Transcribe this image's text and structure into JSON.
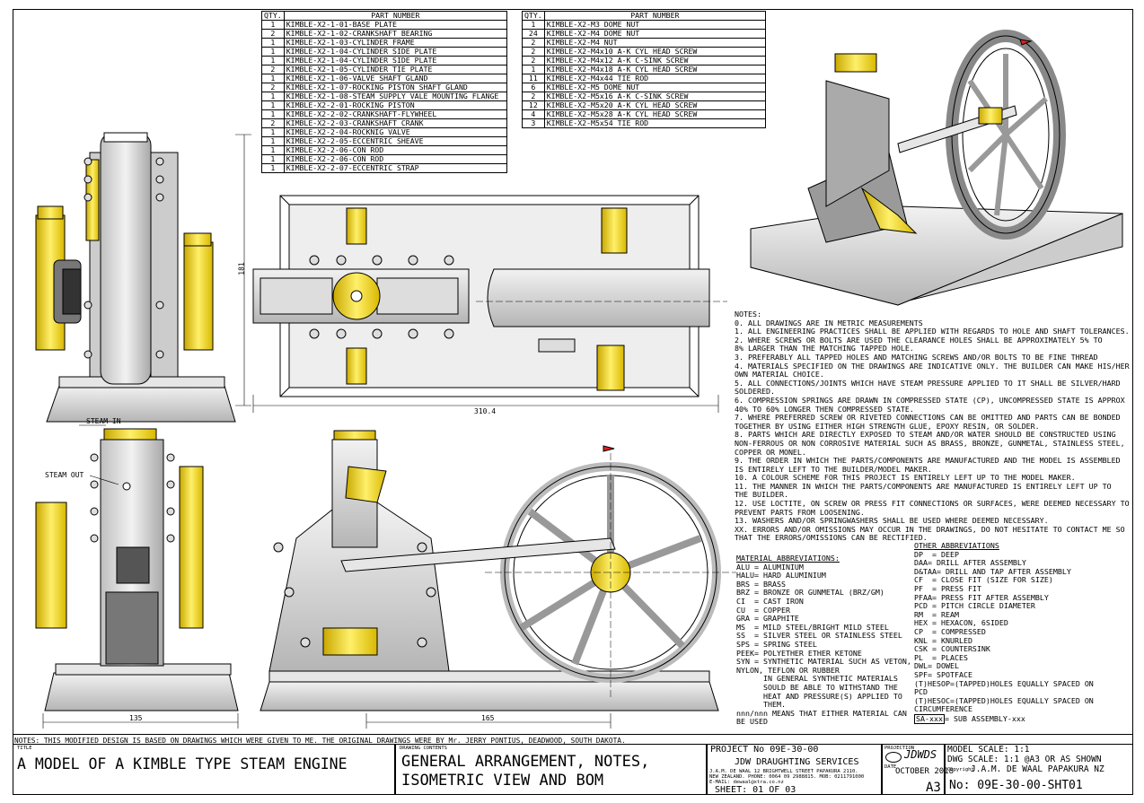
{
  "bom_left": {
    "headers": [
      "QTY.",
      "PART NUMBER"
    ],
    "rows": [
      [
        "1",
        "KIMBLE-X2-1-01-BASE PLATE"
      ],
      [
        "2",
        "KIMBLE-X2-1-02-CRANKSHAFT BEARING"
      ],
      [
        "1",
        "KIMBLE-X2-1-03-CYLINDER FRAME"
      ],
      [
        "1",
        "KIMBLE-X2-1-04-CYLINDER SIDE PLATE"
      ],
      [
        "1",
        "KIMBLE-X2-1-04-CYLINDER SIDE PLATE"
      ],
      [
        "2",
        "KIMBLE-X2-1-05-CYLINDER TIE PLATE"
      ],
      [
        "1",
        "KIMBLE-X2-1-06-VALVE SHAFT GLAND"
      ],
      [
        "2",
        "KIMBLE-X2-1-07-ROCKING PISTON SHAFT GLAND"
      ],
      [
        "1",
        "KIMBLE-X2-1-08-STEAM SUPPLY VALE MOUNTING FLANGE"
      ],
      [
        "1",
        "KIMBLE-X2-2-01-ROCKING PISTON"
      ],
      [
        "1",
        "KIMBLE-X2-2-02-CRANKSHAFT-FLYWHEEL"
      ],
      [
        "2",
        "KIMBLE-X2-2-03-CRANKSHAFT CRANK"
      ],
      [
        "1",
        "KIMBLE-X2-2-04-ROCKNIG VALVE"
      ],
      [
        "1",
        "KIMBLE-X2-2-05-ECCENTRIC SHEAVE"
      ],
      [
        "1",
        "KIMBLE-X2-2-06-CON ROD"
      ],
      [
        "1",
        "KIMBLE-X2-2-06-CON ROD"
      ],
      [
        "1",
        "KIMBLE-X2-2-07-ECCENTRIC STRAP"
      ]
    ]
  },
  "bom_right": {
    "headers": [
      "QTY.",
      "PART NUMBER"
    ],
    "rows": [
      [
        "1",
        "KIMBLE-X2-M3 DOME NUT"
      ],
      [
        "24",
        "KIMBLE-X2-M4 DOME NUT"
      ],
      [
        "2",
        "KIMBLE-X2-M4 NUT"
      ],
      [
        "2",
        "KIMBLE-X2-M4x10 A-K CYL HEAD SCREW"
      ],
      [
        "2",
        "KIMBLE-X2-M4x12 A-K C-SINK SCREW"
      ],
      [
        "1",
        "KIMBLE-X2-M4x18 A-K CYL HEAD SCREW"
      ],
      [
        "11",
        "KIMBLE-X2-M4x44 TIE ROD"
      ],
      [
        "6",
        "KIMBLE-X2-M5 DOME NUT"
      ],
      [
        "2",
        "KIMBLE-X2-M5x16 A-K C-SINK SCREW"
      ],
      [
        "12",
        "KIMBLE-X2-M5x20 A-K CYL HEAD SCREW"
      ],
      [
        "4",
        "KIMBLE-X2-M5x28 A-K CYL HEAD SCREW"
      ],
      [
        "3",
        "KIMBLE-X2-M5x54 TIE ROD"
      ]
    ]
  },
  "notes": [
    "NOTES:",
    "0. ALL DRAWINGS ARE IN METRIC MEASUREMENTS",
    "1. ALL ENGINEERING PRACTICES SHALL BE APPLIED WITH REGARDS TO HOLE AND SHAFT TOLERANCES.",
    "2. WHERE SCREWS OR BOLTS ARE USED THE CLEARANCE HOLES SHALL BE APPROXIMATELY 5% TO",
    "8% LARGER THAN THE MATCHING TAPPED HOLE.",
    "3. PREFERABLY ALL TAPPED HOLES AND MATCHING SCREWS AND/OR BOLTS TO BE FINE THREAD",
    "4. MATERIALS SPECIFIED ON THE DRAWINGS ARE INDICATIVE ONLY. THE BUILDER CAN MAKE HIS/HER",
    "OWN MATERIAL CHOICE.",
    "5. ALL CONNECTIONS/JOINTS WHICH HAVE STEAM PRESSURE APPLIED TO IT SHALL BE SILVER/HARD",
    "SOLDERED.",
    "6. COMPRESSION SPRINGS ARE DRAWN IN COMPRESSED STATE (CP), UNCOMPRESSED STATE IS APPROX",
    "40% TO 60% LONGER THEN COMPRESSED STATE.",
    "7. WHERE PREFERRED SCREW OR RIVETED CONNECTIONS CAN BE OMITTED AND PARTS CAN BE BONDED",
    "TOGETHER BY USING EITHER HIGH STRENGTH GLUE, EPOXY RESIN, OR SOLDER.",
    "8. PARTS WHICH ARE DIRECTLY EXPOSED TO STEAM AND/OR WATER SHOULD BE CONSTRUCTED USING",
    "NON-FERROUS OR NON CORROSIVE MATERIAL SUCH AS BRASS, BRONZE, GUNMETAL, STAINLESS STEEL,",
    "COPPER OR MONEL.",
    "9. THE ORDER IN WHICH THE PARTS/COMPONENTS ARE MANUFACTURED AND THE MODEL IS ASSEMBLED",
    "IS ENTIRELY LEFT TO THE BUILDER/MODEL MAKER.",
    "10. A COLOUR SCHEME FOR THIS PROJECT IS ENTIRELY LEFT UP TO THE MODEL MAKER.",
    "11. THE MANNER IN WHICH THE PARTS/COMPONENTS ARE MANUFACTURED IS ENTIRELY LEFT UP TO",
    "THE BUILDER.",
    "12. USE LOCTITE, ON SCREW OR PRESS FIT CONNECTIONS OR SURFACES, WERE DEEMED NECESSARY TO",
    "PREVENT PARTS FROM LOOSENING.",
    "13. WASHERS AND/OR SPRINGWASHERS SHALL BE USED WHERE DEEMED NECESSARY.",
    "XX. ERRORS AND/OR OMISSIONS MAY OCCUR IN THE DRAWINGS, DO NOT HESITATE TO CONTACT ME SO",
    "THAT THE ERRORS/OMISSIONS CAN BE RECTIFIED."
  ],
  "material_abbreviations": [
    "MATERIAL ABBREVIATIONS:",
    "ALU = ALUMINIUM",
    "HALU= HARD ALUMINIUM",
    "BRS = BRASS",
    "BRZ = BRONZE OR GUNMETAL (BRZ/GM)",
    "CI  = CAST IRON",
    "CU  = COPPER",
    "GRA = GRAPHITE",
    "MS  = MILD STEEL/BRIGHT MILD STEEL",
    "SS  = SILVER STEEL OR STAINLESS STEEL",
    "SPS = SPRING STEEL",
    "PEEK= POLYETHER ETHER KETONE",
    "SYN = SYNTHETIC MATERIAL SUCH AS VETON,",
    "NYLON, TEFLON OR RUBBER",
    "      IN GENERAL SYNTHETIC MATERIALS",
    "      SOULD BE ABLE TO WITHSTAND THE",
    "      HEAT AND PRESSURE(S) APPLIED TO",
    "      THEM.",
    "nnn/nnn MEANS THAT EITHER MATERIAL CAN",
    "BE USED"
  ],
  "other_abbreviations": [
    "OTHER ABBREVIATIONS",
    "DP  = DEEP",
    "DAA= DRILL AFTER ASSEMBLY",
    "D&TAA= DRILL AND TAP AFTER ASSEMBLY",
    "CF  = CLOSE FIT (SIZE FOR SIZE)",
    "PF  = PRESS FIT",
    "PFAA= PRESS FIT AFTER ASSEMBLY",
    "PCD = PITCH CIRCLE DIAMETER",
    "RM  = REAM",
    "HEX = HEXACON, 6SIDED",
    "CP  = COMPRESSED",
    "KNL = KNURLED",
    "CSK = COUNTERSINK",
    "PL  = PLACES",
    "DWL= DOWEL",
    "SPF= SPOTFACE",
    "(T)HESOP=(TAPPED)HOLES EQUALLY SPACED ON",
    "PCD",
    "(T)HESOC=(TAPPED)HOLES EQUALLY SPACED ON",
    "CIRCUMFERENCE",
    "SA-xxx",
    "= SUB ASSEMBLY-xxx"
  ],
  "labels": {
    "steam_in": "STEAM IN",
    "steam_out": "STEAM OUT"
  },
  "dimensions": {
    "height": "181",
    "length": "310.4",
    "base_width": "135",
    "base_length": "165"
  },
  "footer_note": "NOTES: THIS MODIFIED DESIGN IS BASED ON DRAWINGS WHICH WERE GIVEN TO ME. THE ORIGINAL DRAWINGS WERE BY Mr. JERRY PONTIUS, DEADWOOD, SOUTH DAKOTA.",
  "title_block": {
    "title_label": "TITLE",
    "title": "A MODEL OF A KIMBLE TYPE STEAM ENGINE",
    "contents_label": "DRAWING CONTENTS",
    "contents_line1": "GENERAL ARRANGEMENT, NOTES,",
    "contents_line2": "ISOMETRIC VIEW AND BOM",
    "project": "PROJECT No  09E-30-00",
    "company": "JDW DRAUGHTING SERVICES",
    "address1": "J.A.M. DE WAAL 12 BRIGHTWELL STREET PAPAKURA 2110.",
    "address2": "NEW ZEALAND. PHONE: 0064 09 2988815. MOB: 0211791000",
    "address3": "E-MAIL: dewaal@xtra.co.nz",
    "sheet": "SHEET: 01 OF 03",
    "projection_label": "PROJECTION",
    "date_label": "DATE",
    "logo": "JDWDS",
    "date": "OCTOBER 2018",
    "size": "A3",
    "model_scale": "MODEL SCALE: 1:1",
    "dwg_scale": "DWG SCALE: 1:1 @A3 OR AS SHOWN",
    "copyright_label": "Copyright",
    "copyright": "J.A.M. DE WAAL PAPAKURA NZ",
    "drawing_no": "No: 09E-30-00-SHT01"
  },
  "colors": {
    "brass": "#e8d32a",
    "steel": "#d9d9d9",
    "line": "#000000",
    "accent": "#e02020"
  }
}
